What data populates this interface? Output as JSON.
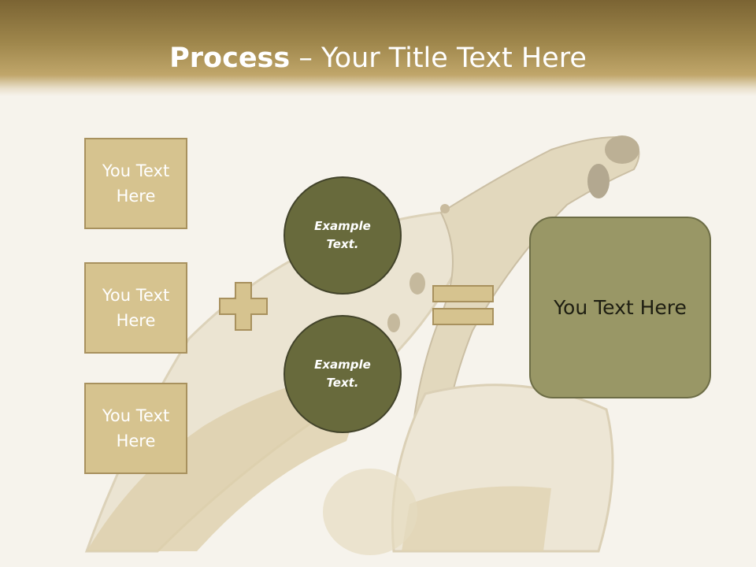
{
  "header": {
    "title_bold": "Process",
    "title_rest": " – Your Title Text Here"
  },
  "inputs": [
    {
      "text": "You Text Here"
    },
    {
      "text": "You Text Here"
    },
    {
      "text": "You Text Here"
    }
  ],
  "circles": [
    {
      "text": "Example Text."
    },
    {
      "text": "Example Text."
    }
  ],
  "result": {
    "text": "You Text Here"
  },
  "colors": {
    "header": "#9f874c",
    "box_fill": "#d6c38f",
    "box_border": "#a8915e",
    "circle_fill": "#686a3c",
    "result_fill": "#999766",
    "operator_fill": "#d6c38f"
  },
  "icons": {
    "plus": "plus-icon",
    "equals": "equals-icon",
    "background": "champagne-splash-image"
  }
}
